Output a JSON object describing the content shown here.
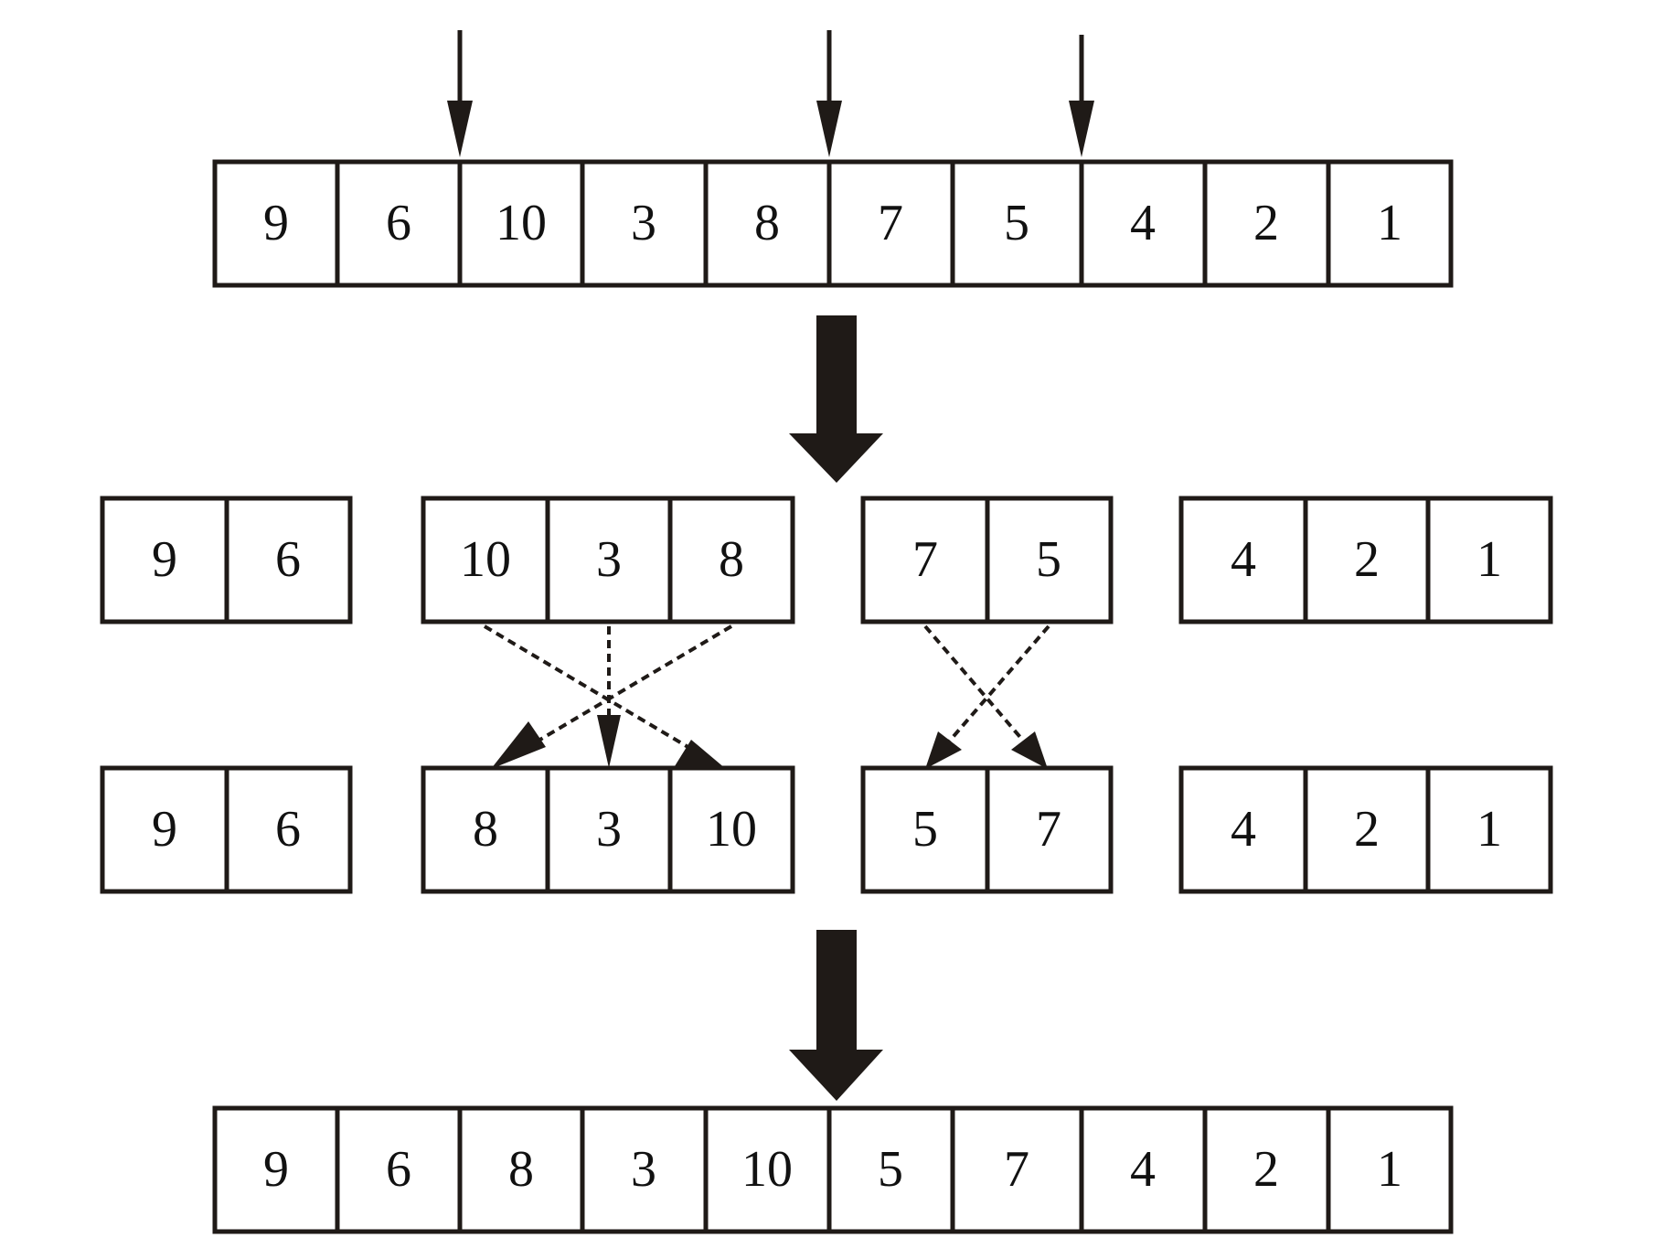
{
  "rows": {
    "original": {
      "groups": [
        {
          "values": [
            "9",
            "6",
            "10",
            "3",
            "8",
            "7",
            "5",
            "4",
            "2",
            "1"
          ]
        }
      ]
    },
    "split": {
      "groups": [
        {
          "values": [
            "9",
            "6"
          ]
        },
        {
          "values": [
            "10",
            "3",
            "8"
          ]
        },
        {
          "values": [
            "7",
            "5"
          ]
        },
        {
          "values": [
            "4",
            "2",
            "1"
          ]
        }
      ]
    },
    "reversed": {
      "groups": [
        {
          "values": [
            "9",
            "6"
          ]
        },
        {
          "values": [
            "8",
            "3",
            "10"
          ]
        },
        {
          "values": [
            "5",
            "7"
          ]
        },
        {
          "values": [
            "4",
            "2",
            "1"
          ]
        }
      ]
    },
    "result": {
      "groups": [
        {
          "values": [
            "9",
            "6",
            "8",
            "3",
            "10",
            "5",
            "7",
            "4",
            "2",
            "1"
          ]
        }
      ]
    }
  },
  "breakpoints_after_index": [
    1,
    4,
    6
  ],
  "colors": {
    "ink": "#1f1a17",
    "background": "#ffffff"
  }
}
